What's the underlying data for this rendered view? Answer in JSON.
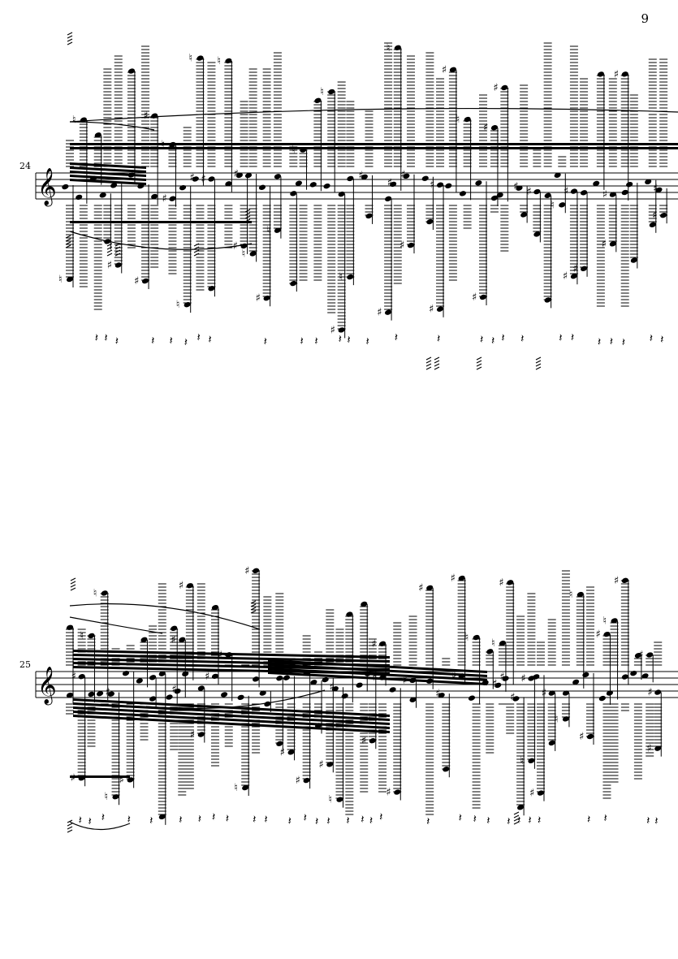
{
  "page": {
    "number": "9"
  },
  "systems": [
    {
      "measure_number": "24",
      "clef": "treble"
    },
    {
      "measure_number": "25",
      "clef": "treble"
    }
  ]
}
